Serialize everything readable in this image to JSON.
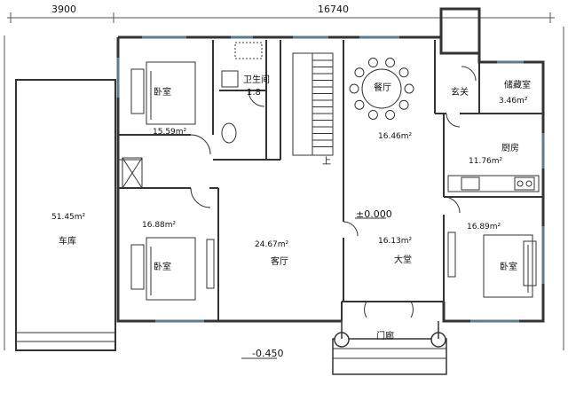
{
  "dimensions": {
    "left_width": "3900",
    "main_width": "16740"
  },
  "rooms": {
    "bedroom_nw": {
      "name": "卧室",
      "area": "15.59m²"
    },
    "bathroom": {
      "name": "卫生间",
      "area": "1.8"
    },
    "dining": {
      "name": "餐厅",
      "area": "16.46m²"
    },
    "entry": {
      "name": "玄关"
    },
    "storage": {
      "name": "储藏室",
      "area": "3.46m²"
    },
    "kitchen": {
      "name": "厨房",
      "area": "11.76m²"
    },
    "bedroom_w": {
      "name": "卧室",
      "area": "16.88m²"
    },
    "living": {
      "name": "客厅",
      "area": "24.67m²"
    },
    "hall": {
      "name": "大堂",
      "area": "16.13m²"
    },
    "bedroom_e": {
      "name": "卧室",
      "area": "16.89m²"
    },
    "garage": {
      "name": "车库",
      "area": "51.45m²"
    },
    "porch": {
      "name": "门廊"
    }
  },
  "levels": {
    "floor": "±0.000",
    "outside": "-0.450"
  },
  "stair_label": "上",
  "colors": {
    "wall": "#333333",
    "window": "#5f7a8a",
    "background": "#ffffff"
  }
}
